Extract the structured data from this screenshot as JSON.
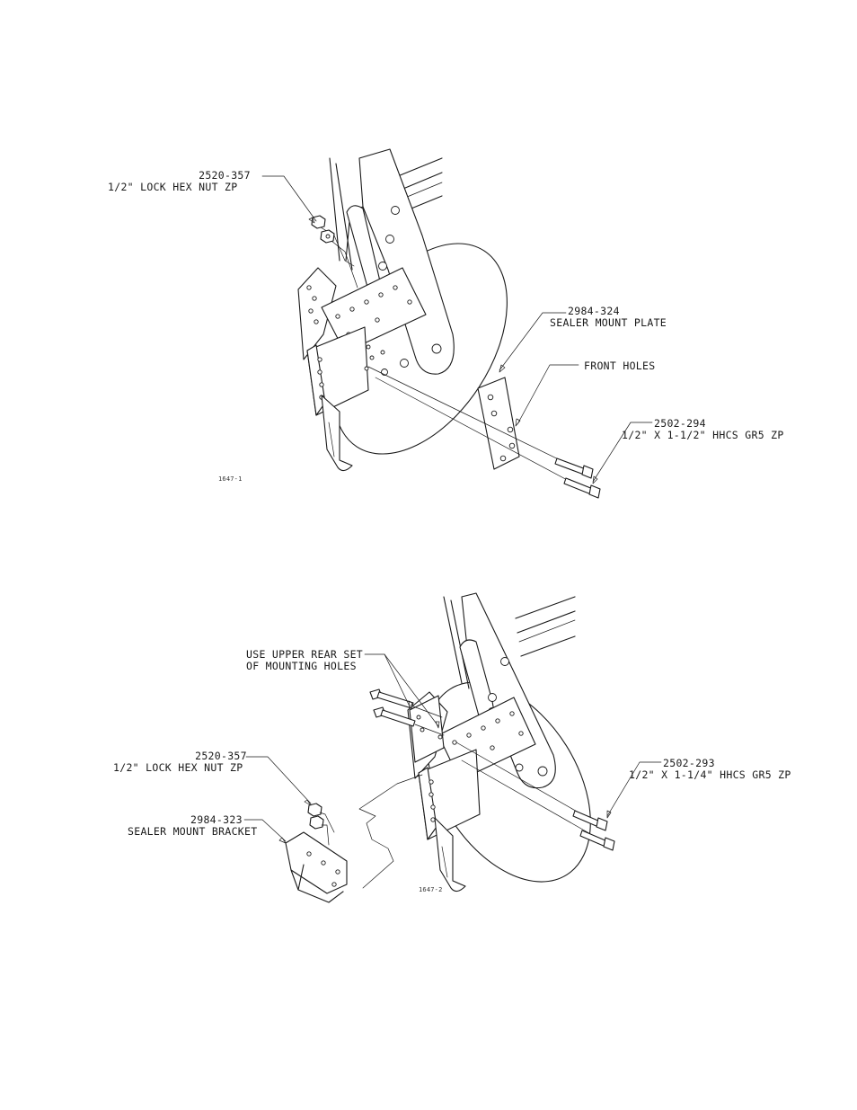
{
  "figure1": {
    "id": "1647-1",
    "callouts": {
      "nut": {
        "part": "2520-357",
        "desc": "1/2\" LOCK HEX NUT ZP"
      },
      "plate": {
        "part": "2984-324",
        "desc": "SEALER MOUNT PLATE"
      },
      "front_holes": {
        "text": "FRONT HOLES"
      },
      "bolt": {
        "part": "2502-294",
        "desc": "1/2\" X 1-1/2\" HHCS GR5 ZP"
      }
    }
  },
  "figure2": {
    "id": "1647-2",
    "callouts": {
      "holes": {
        "line1": "USE UPPER REAR SET",
        "line2": "OF MOUNTING HOLES"
      },
      "nut": {
        "part": "2520-357",
        "desc": "1/2\" LOCK HEX NUT ZP"
      },
      "bracket": {
        "part": "2984-323",
        "desc": "SEALER MOUNT BRACKET"
      },
      "bolt": {
        "part": "2502-293",
        "desc": "1/2\" X 1-1/4\" HHCS GR5 ZP"
      }
    }
  }
}
